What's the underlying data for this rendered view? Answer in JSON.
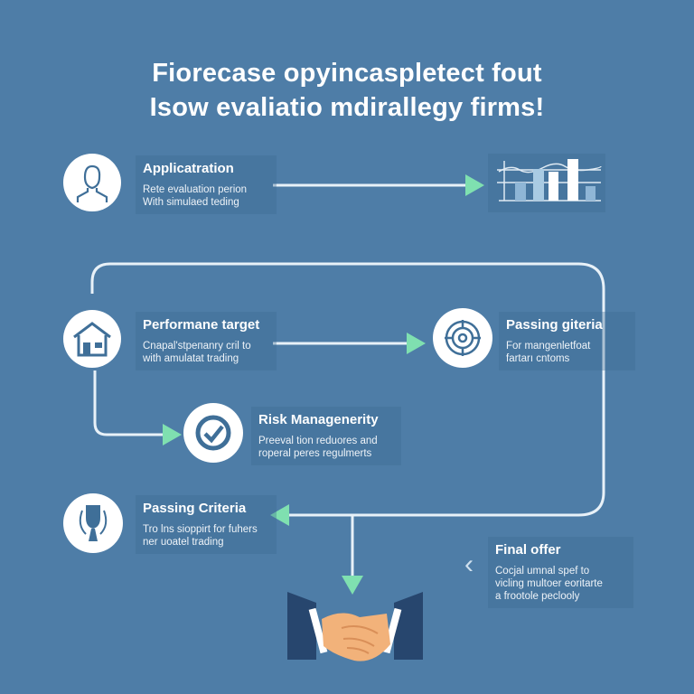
{
  "title": {
    "line1": "Fiorecase opyincaspletect fout",
    "line2": "Isow evaliatio mdirallegy firms!"
  },
  "steps": [
    {
      "title": "Applicatration",
      "desc1": "Rete evaluation perion",
      "desc2": "With simulaed teding",
      "icon": "person-icon"
    },
    {
      "title": "Performane target",
      "desc1": "Cnapal'stpeпanry cril to",
      "desc2": "with amulatat trading",
      "icon": "house-icon"
    },
    {
      "title": "Passing giteria",
      "desc1": "For mangenletfoat",
      "desc2": "fartarı cntoms",
      "icon": "target-icon"
    },
    {
      "title": "Risk Managenerity",
      "desc1": "Preeval tion reduores and",
      "desc2": "roperal peres regulmerts",
      "icon": "check-icon"
    },
    {
      "title": "Passing Criteria",
      "desc1": "Tro lns sioppirt for fuhers",
      "desc2": "ner uoatel trading",
      "icon": "trophy-icon"
    },
    {
      "title": "Final offer",
      "desc1": "Cocjal umnal spef to",
      "desc2": "vicling multoer eoritarte",
      "desc3": "a frootole peclooly",
      "icon": "chevron-left-icon"
    }
  ],
  "colors": {
    "background": "#4e7da7",
    "arrow": "#7fe0b0",
    "line": "#e8f1f8"
  }
}
